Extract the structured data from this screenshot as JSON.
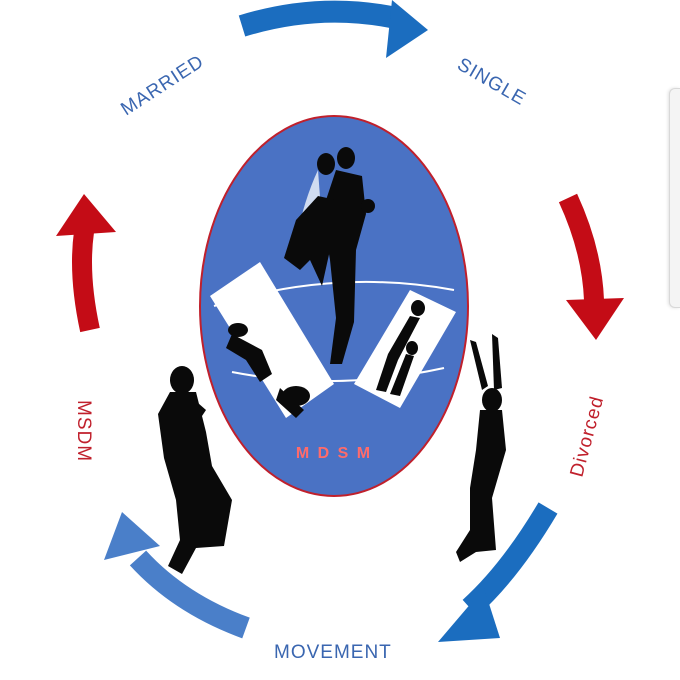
{
  "cycle": {
    "labels": {
      "married": "MARRIED",
      "single": "SINGLE",
      "divorced": "Divorced",
      "movement": "MOVEMENT",
      "msdm": "MSDM"
    },
    "center_text": "M D S M",
    "colors": {
      "blue_arrow": "#1b6dbf",
      "light_blue_arrow": "#4a7fc9",
      "red_arrow": "#c40c16",
      "oval_fill": "#4a72c4",
      "oval_border": "#c0202c",
      "blue_text": "#3a66b0",
      "red_text": "#c0202c",
      "silhouette": "#0a0a0a"
    },
    "icons": [
      "wedding-couple-icon",
      "kneeling-praying-man-icon",
      "kneeling-raised-arms-woman-icon",
      "fallen-figure-icon",
      "leaning-figures-icon"
    ]
  }
}
